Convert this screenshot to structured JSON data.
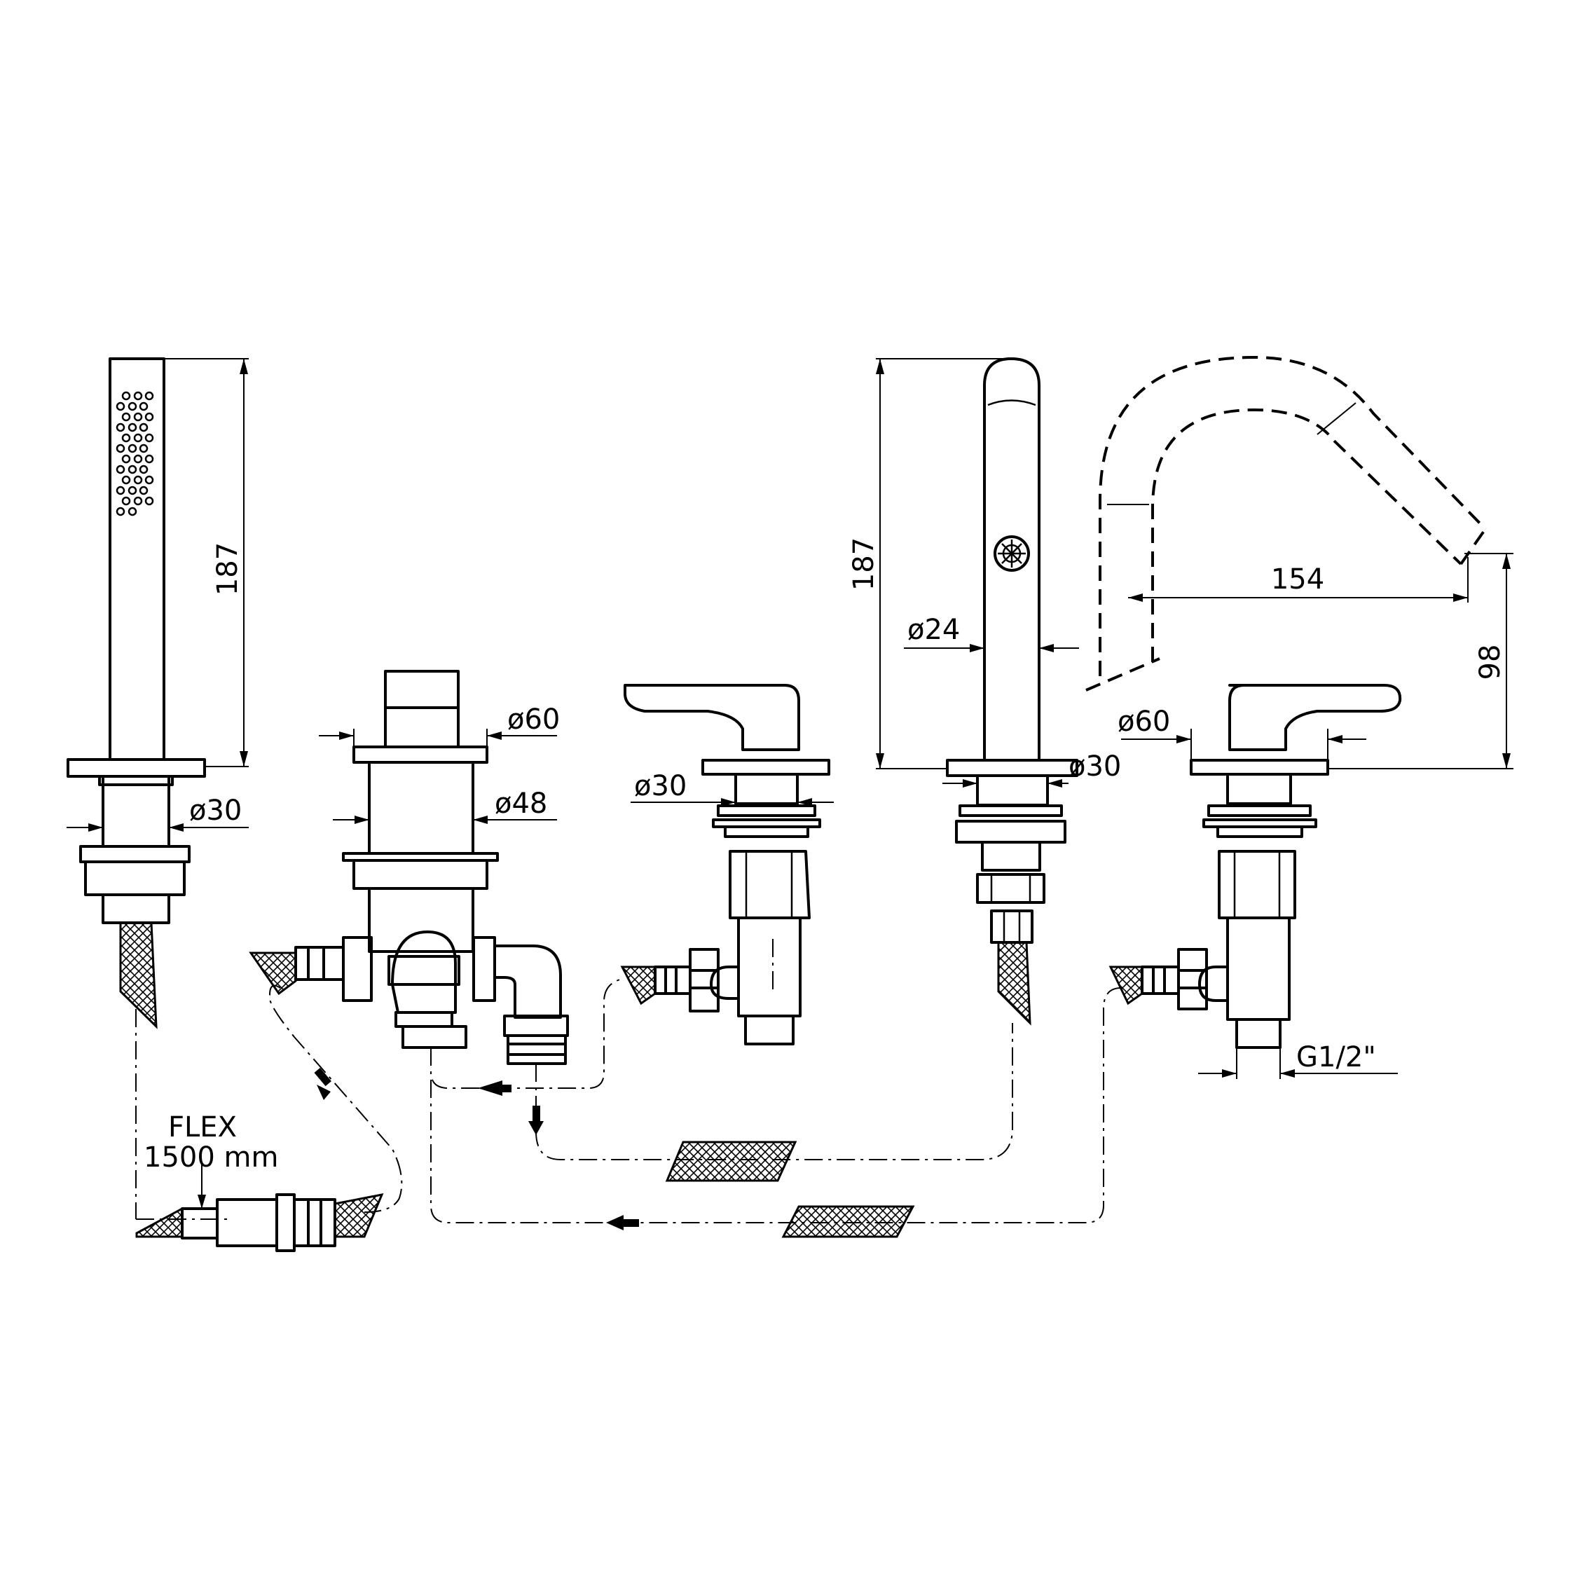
{
  "labels": {
    "handshower_height": "187",
    "handshower_diameter": "ø30",
    "diverter_top_diameter": "ø60",
    "diverter_body_diameter": "ø48",
    "left_valve_diameter": "ø30",
    "spout_height": "187",
    "spout_diameter": "ø24",
    "spout_base_diameter": "ø30",
    "spout_reach": "154",
    "spout_outlet_height": "98",
    "right_valve_diameter": "ø60",
    "thread": "G1/2\"",
    "flex_title": "FLEX",
    "flex_length": "1500 mm"
  },
  "colors": {
    "line": "#000000",
    "background": "#ffffff"
  }
}
